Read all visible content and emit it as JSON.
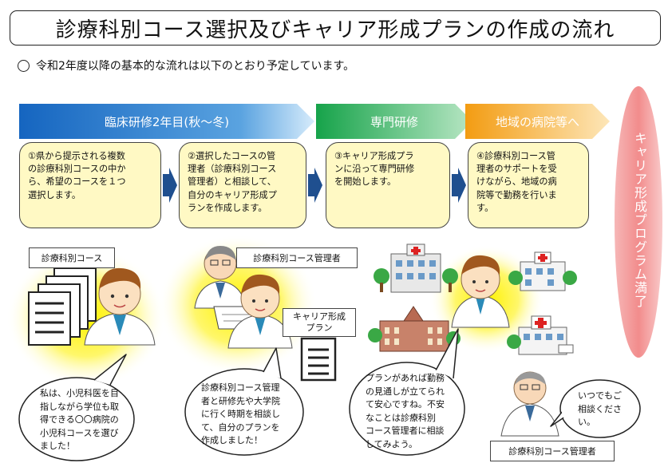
{
  "title": "診療科別コース選択及びキャリア形成プランの作成の流れ",
  "intro": "令和2年度以降の基本的な流れは以下のとおり予定しています。",
  "phases": [
    {
      "label": "臨床研修2年目(秋～冬)",
      "color": "#1f6fc0"
    },
    {
      "label": "専門研修",
      "color": "#22a84a"
    },
    {
      "label": "地域の病院等へ",
      "color": "#f2a20f"
    }
  ],
  "steps": [
    {
      "lines": [
        "①県から提示される複数",
        "の診療科別コースの中か",
        "ら、希望のコースを１つ",
        "選択します。"
      ]
    },
    {
      "lines": [
        "②選択したコースの管",
        "理者（診療科別コース",
        "管理者）と相談して、",
        "自分のキャリア形成プ",
        "ランを作成します。"
      ]
    },
    {
      "lines": [
        "③キャリア形成プラ",
        "ンに沿って専門研修",
        "を開始します。"
      ]
    },
    {
      "lines": [
        "④診療科別コース管",
        "理者のサポートを受",
        "けながら、地域の病",
        "院等で勤務を行いま",
        "す。"
      ]
    }
  ],
  "completion": {
    "text": "キャリア形成プログラム満了"
  },
  "labels": {
    "course": "診療科別コース",
    "manager_top": "診療科別コース管理者",
    "plan": [
      "キャリア形成",
      "プラン"
    ],
    "manager_bottom": "診療科別コース管理者"
  },
  "bubbles": [
    {
      "lines": [
        "私は、小児科医を目",
        "指しながら学位も取",
        "得できる〇〇病院の",
        "小児科コースを選び",
        "ました！"
      ]
    },
    {
      "lines": [
        "診療科別コース管理",
        "者と研修先や大学院",
        "に行く時期を相談し",
        "て、自分のプランを",
        "作成しました！"
      ]
    },
    {
      "lines": [
        "プランがあれば勤務",
        "の見通しが立てられ",
        "て安心ですね。不安",
        "なことは診療科別",
        "コース管理者に相談",
        "してみよう。"
      ]
    },
    {
      "lines": [
        "いつでもご",
        "相談くださ",
        "い。"
      ]
    }
  ]
}
